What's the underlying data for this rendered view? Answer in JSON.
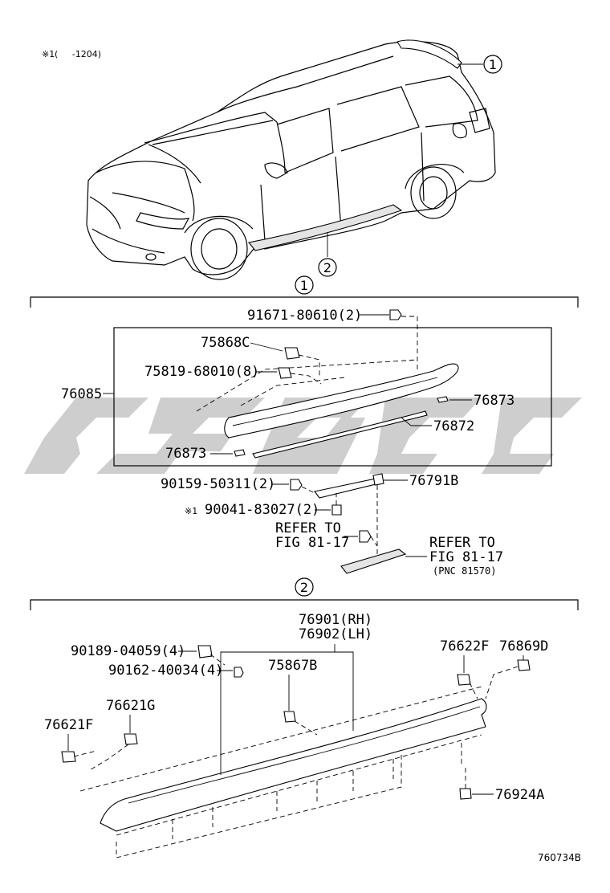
{
  "note": {
    "mark": "※1",
    "range": "(     -1204)"
  },
  "callouts": {
    "one": "1",
    "two": "2"
  },
  "section1": {
    "circle": "1",
    "labels": {
      "p91671": "91671-80610(2)",
      "p75868C": "75868C",
      "p75819": "75819-68010(8)",
      "p76085": "76085",
      "p76873_right": "76873",
      "p76872": "76872",
      "p76873_left": "76873",
      "p90159": "90159-50311(2)",
      "p76791B": "76791B",
      "p90041_mark": "※1",
      "p90041": "90041-83027(2)",
      "refer1_a": "REFER TO",
      "refer1_b": "FIG 81-17",
      "refer2_a": "REFER TO",
      "refer2_b": "FIG 81-17",
      "refer2_c": "(PNC 81570)"
    }
  },
  "section2": {
    "circle": "2",
    "labels": {
      "p76901": "76901(RH)",
      "p76902": "76902(LH)",
      "p76869D": "76869D",
      "p90189": "90189-04059(4)",
      "p76622F": "76622F",
      "p90162": "90162-40034(4)",
      "p75867B": "75867B",
      "p76621G": "76621G",
      "p76621F": "76621F",
      "p76924A": "76924A"
    }
  },
  "footer": {
    "code": "760734B"
  },
  "icons": [
    "car-illustration",
    "rear-spoiler-illustration",
    "side-skirt-illustration",
    "clip-icon",
    "screw-icon"
  ],
  "colors": {
    "line": "#000000",
    "watermark": "#bdbdbd"
  }
}
